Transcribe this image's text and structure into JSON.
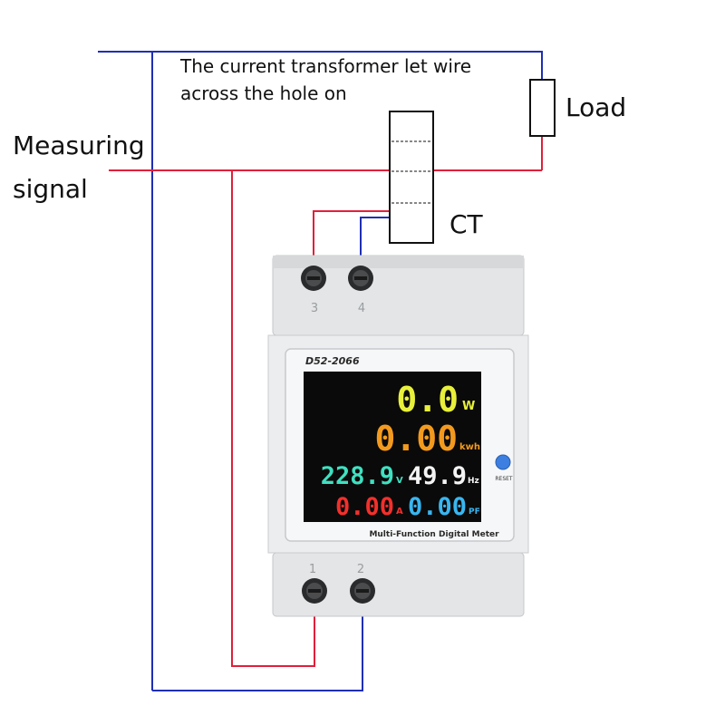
{
  "diagram": {
    "annotation_lines": [
      "The current transformer let wire",
      "across the hole on"
    ],
    "load_label": "Load",
    "signal_lines": [
      "Measuring",
      "signal"
    ],
    "ct_label": "CT"
  },
  "meter": {
    "model": "D52-2066",
    "footer": "Multi-Function Digital Meter",
    "reset_label": "RESET",
    "terminal_top": [
      "3",
      "4"
    ],
    "terminal_bottom": [
      "1",
      "2"
    ],
    "readings": {
      "power": {
        "value": "0.0",
        "unit": "W"
      },
      "energy": {
        "value": "0.00",
        "unit": "kwh"
      },
      "voltage": {
        "value": "228.9",
        "unit": "V"
      },
      "frequency": {
        "value": "49.9",
        "unit": "Hz"
      },
      "current": {
        "value": "0.00",
        "unit": "A"
      },
      "power_factor": {
        "value": "0.00",
        "unit": "PF"
      }
    }
  },
  "colors": {
    "wire_red": "#e0203a",
    "wire_blue": "#1f2fb5",
    "lcd_bg": "#0a0a0a",
    "power": "#e8f03a",
    "energy": "#f39a1e",
    "voltage": "#3fe0c0",
    "frequency": "#f4f4f4",
    "current": "#f2302c",
    "power_factor": "#39b6f0",
    "reset_button": "#3c7fe0"
  }
}
